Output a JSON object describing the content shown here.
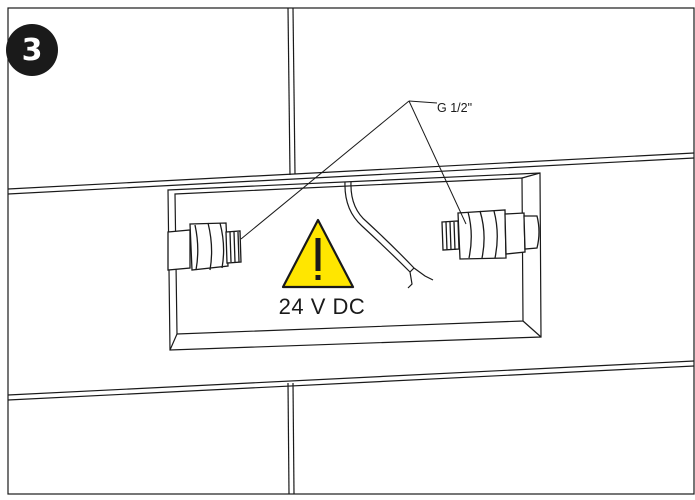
{
  "step": {
    "number": "3"
  },
  "callout": {
    "thread_size": "G 1/2\""
  },
  "warning": {
    "voltage_label": "24 V DC",
    "symbol": "!"
  },
  "colors": {
    "warning_yellow": "#ffe600",
    "line": "#1a1a1a",
    "badge": "#1a1a1a"
  }
}
